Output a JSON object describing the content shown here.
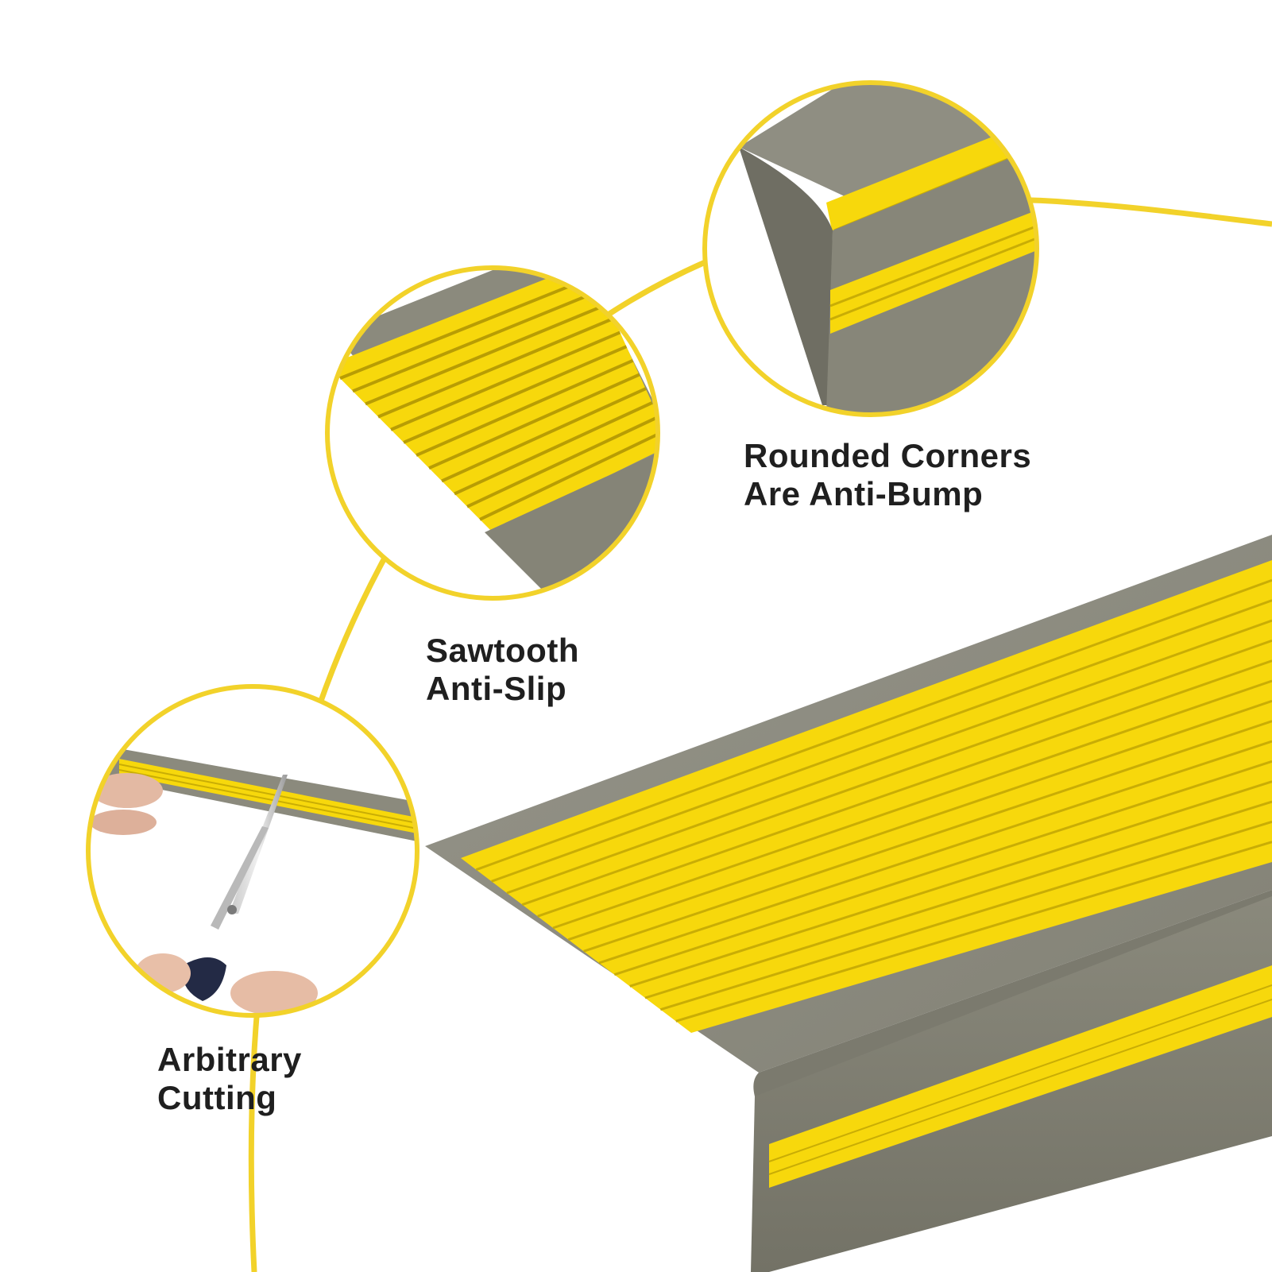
{
  "labels": {
    "rounded_corners": [
      "Rounded Corners",
      "Are Anti-Bump"
    ],
    "sawtooth": [
      "Sawtooth",
      "Anti-Slip"
    ],
    "cutting": [
      "Arbitrary",
      "Cutting"
    ]
  },
  "colors": {
    "accent_yellow": "#f2d22a",
    "strip_yellow": "#f7d80c",
    "strip_gray": "#8b8a7c",
    "strip_gray_dark": "#6f6e63",
    "label_text": "#1f1f1f",
    "background": "#ffffff"
  },
  "icons": {
    "main_product": "stair-nosing-strip",
    "detail_corner": "rounded-corner-closeup",
    "detail_texture": "sawtooth-texture-closeup",
    "detail_cutting": "scissors-cutting-closeup"
  }
}
